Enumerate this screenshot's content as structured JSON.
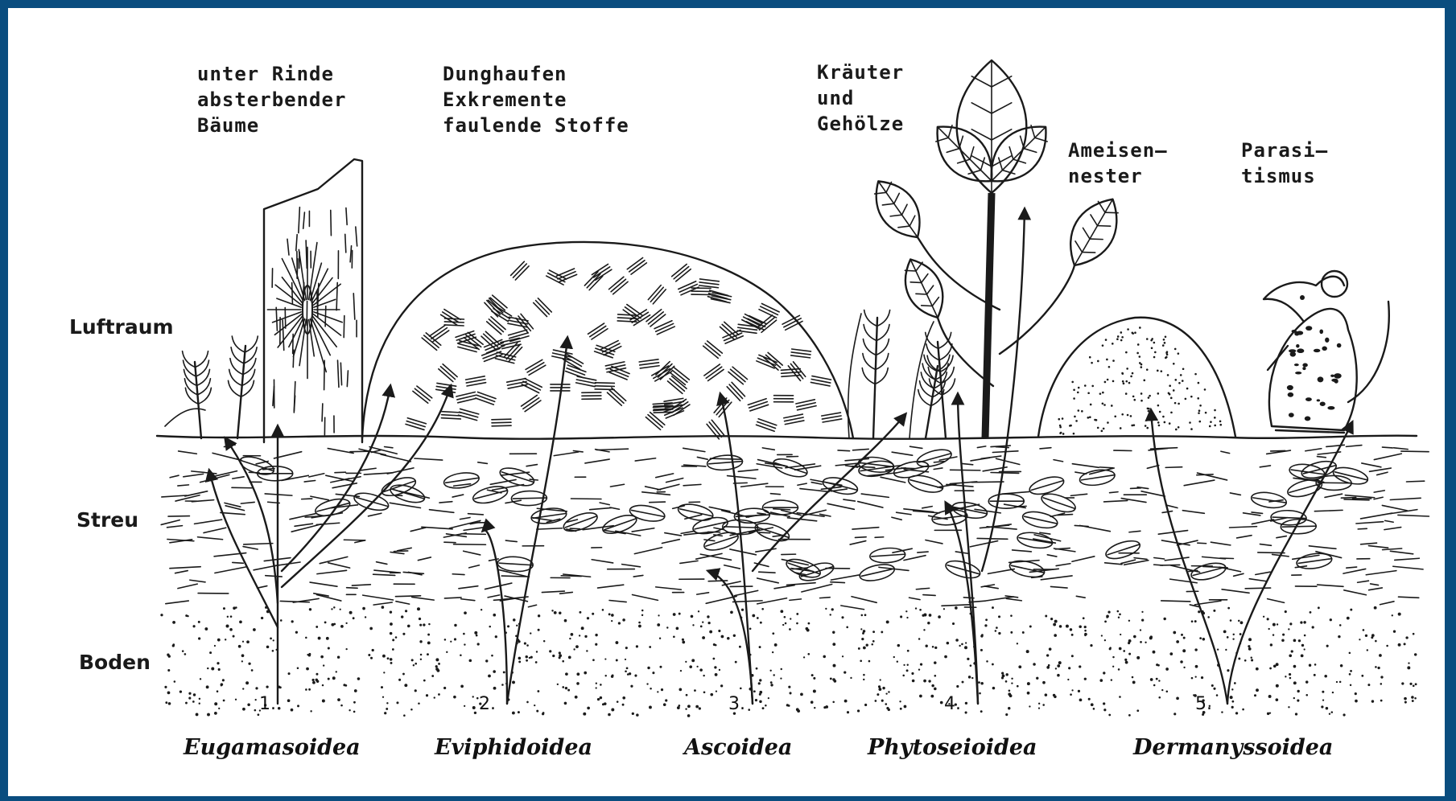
{
  "captions": {
    "bark": [
      "unter Rinde",
      "absterbender",
      "Bäume"
    ],
    "dung": [
      "Dunghaufen",
      "Exkremente",
      "faulende Stoffe"
    ],
    "plants": [
      "Kräuter",
      "und",
      "Gehölze"
    ],
    "ants": [
      "Ameisen–",
      "nester"
    ],
    "parasit": [
      "Parasi–",
      "tismus"
    ]
  },
  "zones": {
    "air": "Luftraum",
    "litter": "Streu",
    "soil": "Boden"
  },
  "taxa": [
    {
      "num": "1.",
      "name": "Eugamasoidea"
    },
    {
      "num": "2.",
      "name": "Eviphidoidea"
    },
    {
      "num": "3.",
      "name": "Ascoidea"
    },
    {
      "num": "4.",
      "name": "Phytoseioidea"
    },
    {
      "num": "5.",
      "name": "Dermanyssoidea"
    }
  ]
}
